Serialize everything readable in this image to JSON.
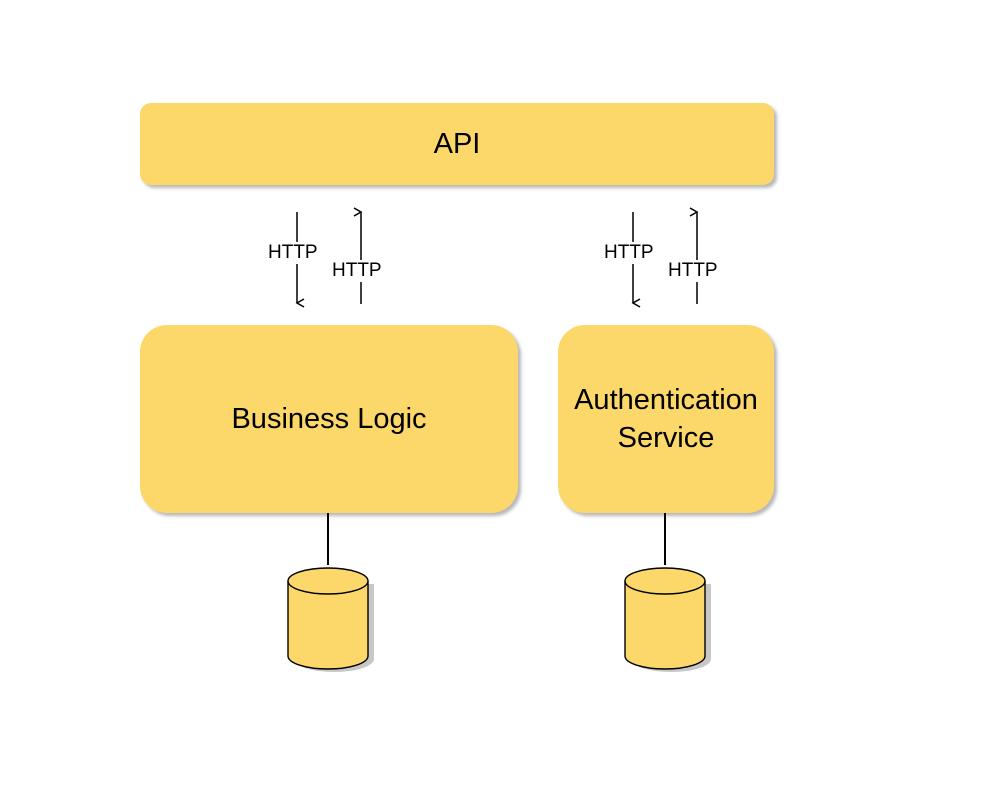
{
  "diagram": {
    "api": {
      "label": "API"
    },
    "business_logic": {
      "label": "Business Logic"
    },
    "auth_service": {
      "label": "Authentication\nService"
    },
    "connections": [
      {
        "from": "api",
        "to": "business_logic",
        "label": "HTTP"
      },
      {
        "from": "business_logic",
        "to": "api",
        "label": "HTTP"
      },
      {
        "from": "api",
        "to": "auth_service",
        "label": "HTTP"
      },
      {
        "from": "auth_service",
        "to": "api",
        "label": "HTTP"
      }
    ],
    "databases": [
      {
        "attached_to": "business_logic"
      },
      {
        "attached_to": "auth_service"
      }
    ]
  },
  "colors": {
    "box_fill": "#fcd86b",
    "line": "#000000",
    "background": "#ffffff"
  }
}
